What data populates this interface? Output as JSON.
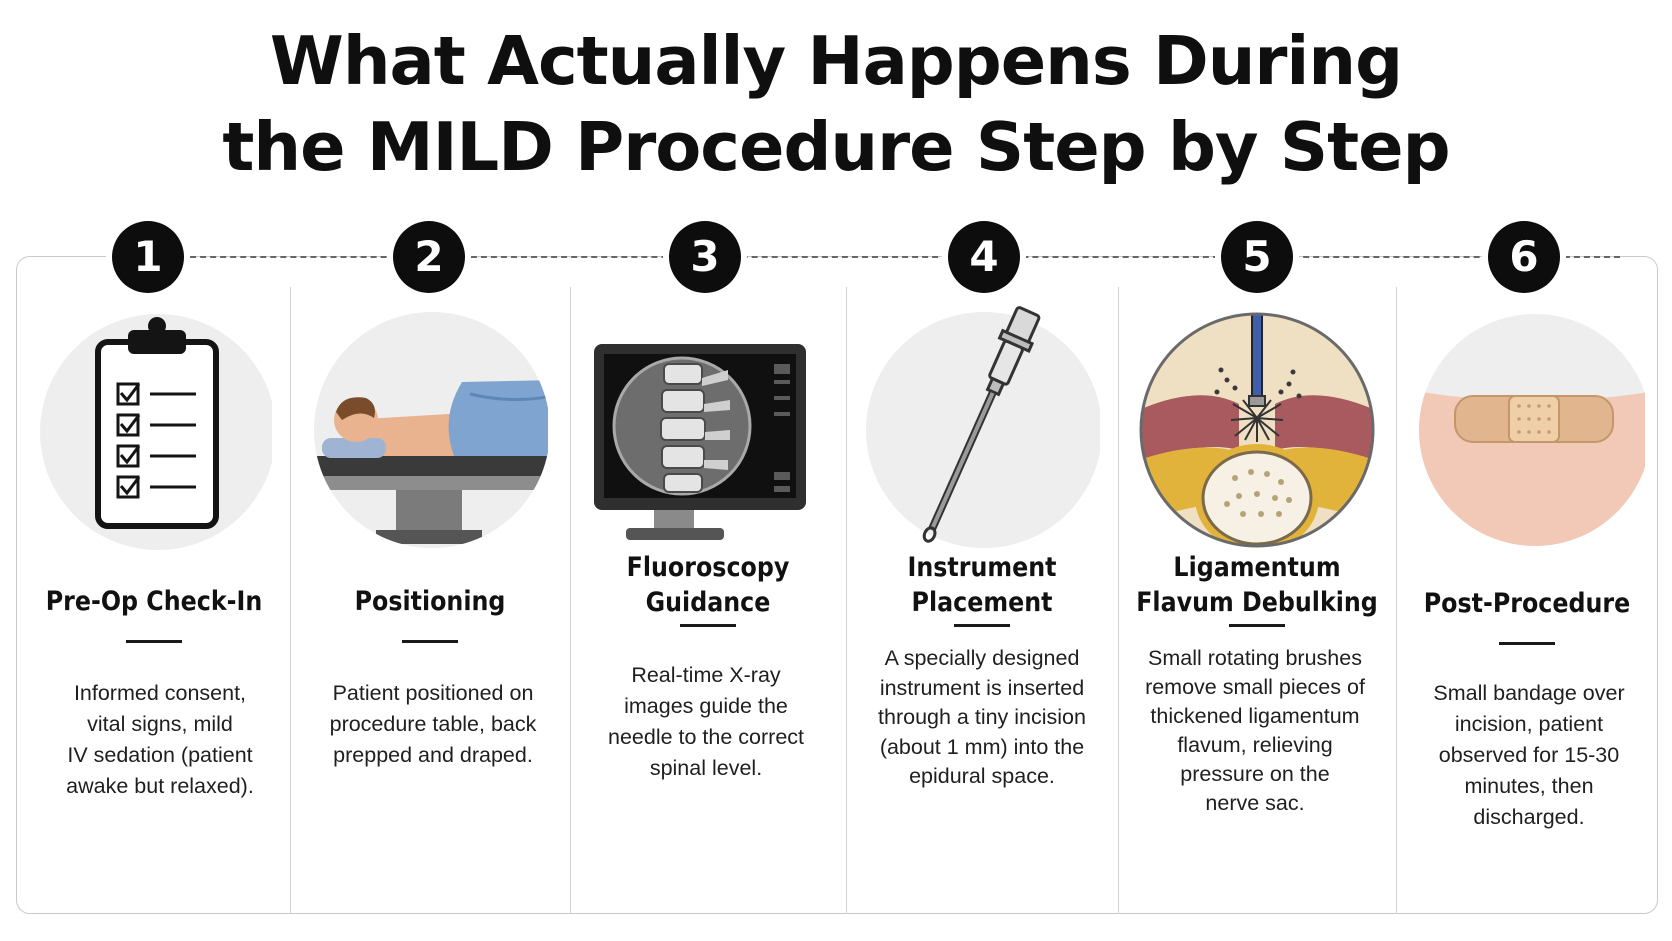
{
  "title": {
    "line1": "What Actually Happens During",
    "line2": "the MILD Procedure Step by Step"
  },
  "steps": [
    {
      "number": "1",
      "title_lines": [
        "Pre-Op Check-In"
      ],
      "desc_lines": [
        "Informed consent,",
        "vital signs, mild",
        "IV sedation (patient",
        "awake but relaxed)."
      ],
      "icon": "clipboard-checklist-icon"
    },
    {
      "number": "2",
      "title_lines": [
        "Positioning"
      ],
      "desc_lines": [
        "Patient positioned on",
        "procedure table, back",
        "prepped and draped."
      ],
      "icon": "patient-on-table-icon"
    },
    {
      "number": "3",
      "title_lines": [
        "Fluoroscopy",
        "Guidance"
      ],
      "desc_lines": [
        "Real-time X-ray",
        "images guide the",
        "needle to the correct",
        "spinal level."
      ],
      "icon": "xray-monitor-icon"
    },
    {
      "number": "4",
      "title_lines": [
        "Instrument",
        "Placement"
      ],
      "desc_lines": [
        "A specially designed",
        "instrument is inserted",
        "through a tiny incision",
        "(about 1 mm) into the",
        "epidural space."
      ],
      "icon": "instrument-needle-icon"
    },
    {
      "number": "5",
      "title_lines": [
        "Ligamentum",
        "Flavum Debulking"
      ],
      "desc_lines": [
        "Small rotating brushes",
        "remove small pieces of",
        "thickened ligamentum",
        "flavum, relieving",
        "pressure on the",
        "nerve sac."
      ],
      "icon": "spine-debulking-icon"
    },
    {
      "number": "6",
      "title_lines": [
        "Post-Procedure"
      ],
      "desc_lines": [
        "Small bandage over",
        "incision, patient",
        "observed for 15-30",
        "minutes, then",
        "discharged."
      ],
      "icon": "bandage-icon"
    }
  ]
}
